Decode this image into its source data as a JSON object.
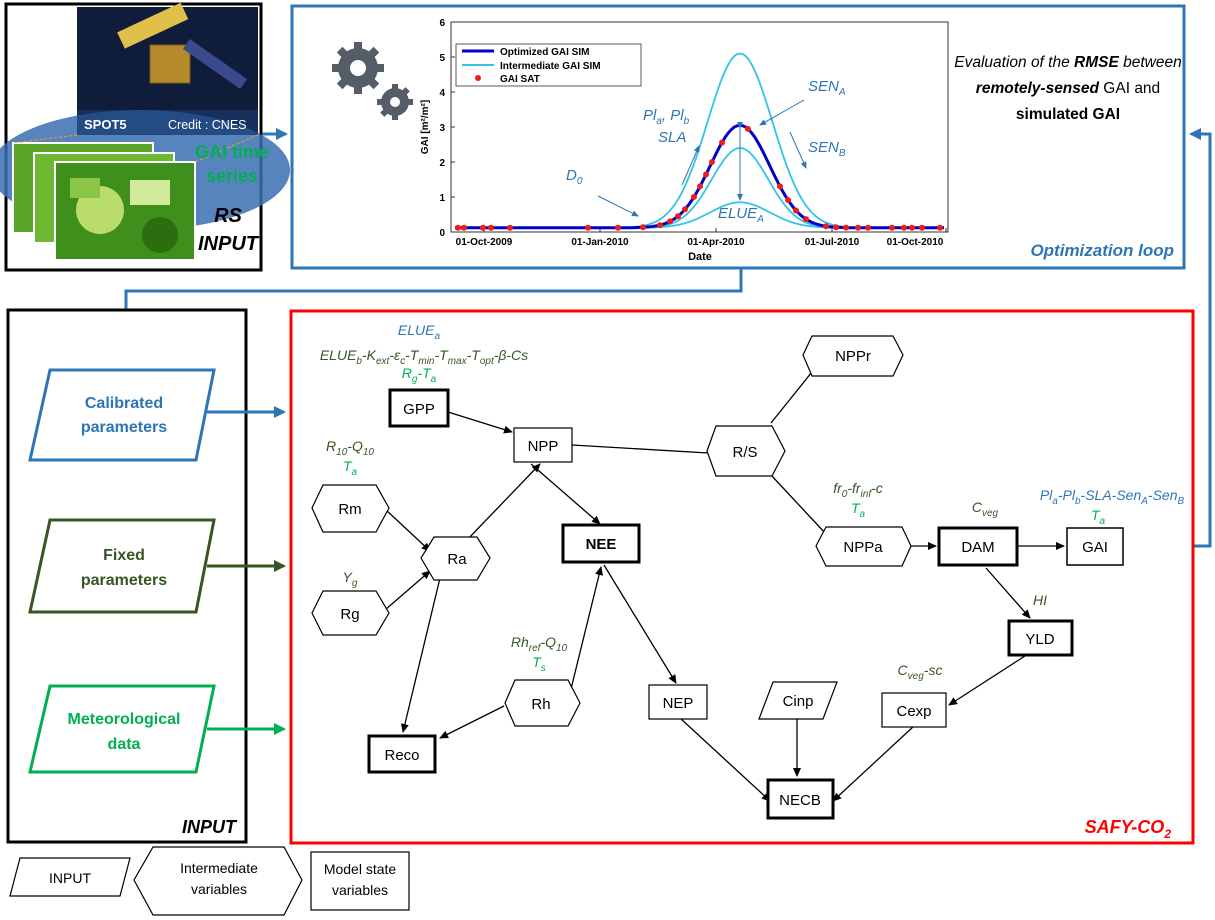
{
  "colors": {
    "blue": "#2e75b6",
    "green": "#00b050",
    "dark_green": "#375623",
    "red": "#ff0000",
    "gai_opt": "#0000c8",
    "gai_int": "#33c3e8",
    "gai_sat": "#ee1c1c"
  },
  "rs_input": {
    "satellite_label": "SPOT5",
    "credit": "Credit : CNES",
    "gai_series_line1": "GAI time",
    "gai_series_line2": "series",
    "title_line1": "RS",
    "title_line2": "INPUT",
    "icon": "satellite-icon"
  },
  "optimization": {
    "title": "Optimization loop",
    "gears_icon": "gears-icon",
    "eval_line1": "Evaluation of the RMSE between",
    "eval_line2": "remotely-sensed GAI and",
    "eval_line3": "simulated GAI"
  },
  "input_panel": {
    "title": "INPUT",
    "calibrated": [
      "Calibrated",
      "parameters"
    ],
    "fixed": [
      "Fixed",
      "parameters"
    ],
    "meteo": [
      "Meteorological",
      "data"
    ]
  },
  "model": {
    "title": "SAFY-CO",
    "title_sub": "2",
    "nodes": {
      "gpp": "GPP",
      "npp": "NPP",
      "rs": "R/S",
      "nppr": "NPPr",
      "nppa": "NPPa",
      "dam": "DAM",
      "gai": "GAI",
      "yld": "YLD",
      "cexp": "Cexp",
      "cinp": "Cinp",
      "necb": "NECB",
      "nep": "NEP",
      "nee": "NEE",
      "ra": "Ra",
      "rm": "Rm",
      "rg": "Rg",
      "rh": "Rh",
      "reco": "Reco"
    },
    "params": {
      "elue_a": "ELUE",
      "elue_b_line": "ELUEb-Kext-εc-Tmin-Tmax-Topt-β-Cs",
      "rg_ta": "Rg-Ta",
      "r10_q10": "R10-Q10",
      "ta_rm": "Ta",
      "yg": "Yg",
      "rhref": "Rhref-Q10",
      "ts": "Ts",
      "fr": "fr0-frinf-c",
      "ta_nppa": "Ta",
      "cveg": "Cveg",
      "pl": "Pla-Plb-SLA-SenA-SenB",
      "ta_gai": "Ta",
      "hi": "HI",
      "cveg_sc": "Cveg-sc"
    }
  },
  "legend": {
    "input": "INPUT",
    "intermediate": [
      "Intermediate",
      "variables"
    ],
    "state": [
      "Model state",
      "variables"
    ]
  },
  "chart_data": {
    "type": "line",
    "x_ticks": [
      "01-Oct-2009",
      "01-Jan-2010",
      "01-Apr-2010",
      "01-Jul-2010",
      "01-Oct-2010"
    ],
    "xlabel": "Date",
    "ylabel": "GAI [m²/m²]",
    "ylim": [
      0,
      6
    ],
    "y_ticks": [
      0,
      1,
      2,
      3,
      4,
      5,
      6
    ],
    "legend": [
      "Optimized GAI SIM",
      "Intermediate GAI SIM",
      "GAI SAT"
    ],
    "series": [
      {
        "name": "Optimized GAI SIM",
        "peak": 3.05
      },
      {
        "name": "Intermediate GAI SIM",
        "peak": 5.1
      },
      {
        "name": "Intermediate GAI SIM",
        "peak": 2.4
      },
      {
        "name": "Intermediate GAI SIM",
        "peak": 0.85
      }
    ],
    "annotations": [
      "D0",
      "Pla, Plb",
      "SLA",
      "SENA",
      "SENB",
      "ELUEA"
    ]
  }
}
